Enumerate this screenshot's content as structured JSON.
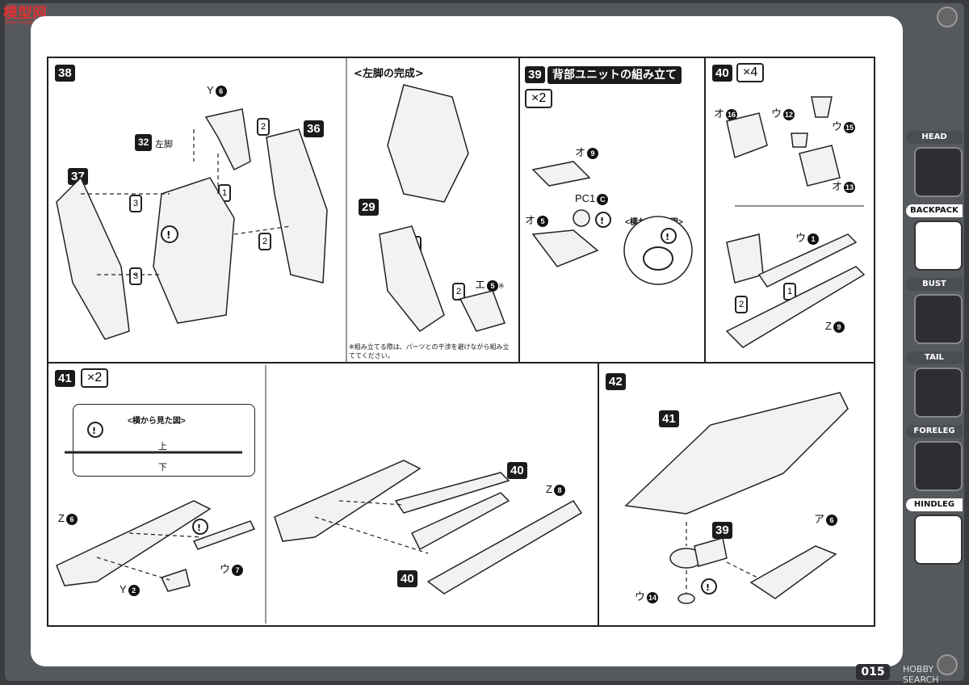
{
  "watermark": {
    "top_left": "模型网",
    "top_left_sub": "moe-hobby.com",
    "bottom_right": "HOBBY SEARCH"
  },
  "page_number": "015",
  "sidebar": {
    "tabs": [
      {
        "label": "HEAD",
        "active": false
      },
      {
        "label": "BACKPACK",
        "active": true
      },
      {
        "label": "BUST",
        "active": false
      },
      {
        "label": "TAIL",
        "active": false
      },
      {
        "label": "FORELEG",
        "active": false
      },
      {
        "label": "HINDLEG",
        "active": false
      }
    ]
  },
  "steps": {
    "s38": {
      "number": "38",
      "sub_ref_32": "32",
      "sub_ref_32_label": "左脚",
      "ref_36": "36",
      "ref_37": "37",
      "part_y": "Y",
      "part_y_num": "6",
      "seq": [
        "1",
        "2",
        "3"
      ]
    },
    "left_leg": {
      "caption": "<左脚の完成>",
      "ref_29": "29",
      "part_e": "エ",
      "part_e_num": "5",
      "mark": "※",
      "note": "※組み立てる際は、パーツとの干渉を避けながら組み立ててください。",
      "seq": [
        "1",
        "2"
      ]
    },
    "s39": {
      "number": "39",
      "title": "背部ユニットの組み立て",
      "multiplier": "×2",
      "part_o9": "オ",
      "part_o9_num": "9",
      "part_pc": "PC1",
      "part_pc_num": "C",
      "part_o5": "オ",
      "part_o5_num": "5",
      "side_view": "<横から見た図>"
    },
    "s40": {
      "number": "40",
      "multiplier": "×4",
      "part_o16": "オ",
      "part_o16_num": "16",
      "part_u12": "ウ",
      "part_u12_num": "12",
      "part_u15": "ウ",
      "part_u15_num": "15",
      "part_o13": "オ",
      "part_o13_num": "13",
      "part_u1": "ウ",
      "part_u1_num": "1",
      "part_z9": "Z",
      "part_z9_num": "9",
      "seq": [
        "1",
        "2"
      ]
    },
    "s41": {
      "number": "41",
      "multiplier": "×2",
      "side_view": "<横から見た図>",
      "top": "上",
      "bottom": "下",
      "part_z6": "Z",
      "part_z6_num": "6",
      "part_u7": "ウ",
      "part_u7_num": "7",
      "part_y2": "Y",
      "part_y2_num": "2",
      "ref_40a": "40",
      "ref_40b": "40",
      "part_z8": "Z",
      "part_z8_num": "8"
    },
    "s42": {
      "number": "42",
      "ref_41": "41",
      "ref_39": "39",
      "part_a6": "ア",
      "part_a6_num": "6",
      "part_u14": "ウ",
      "part_u14_num": "14"
    }
  }
}
